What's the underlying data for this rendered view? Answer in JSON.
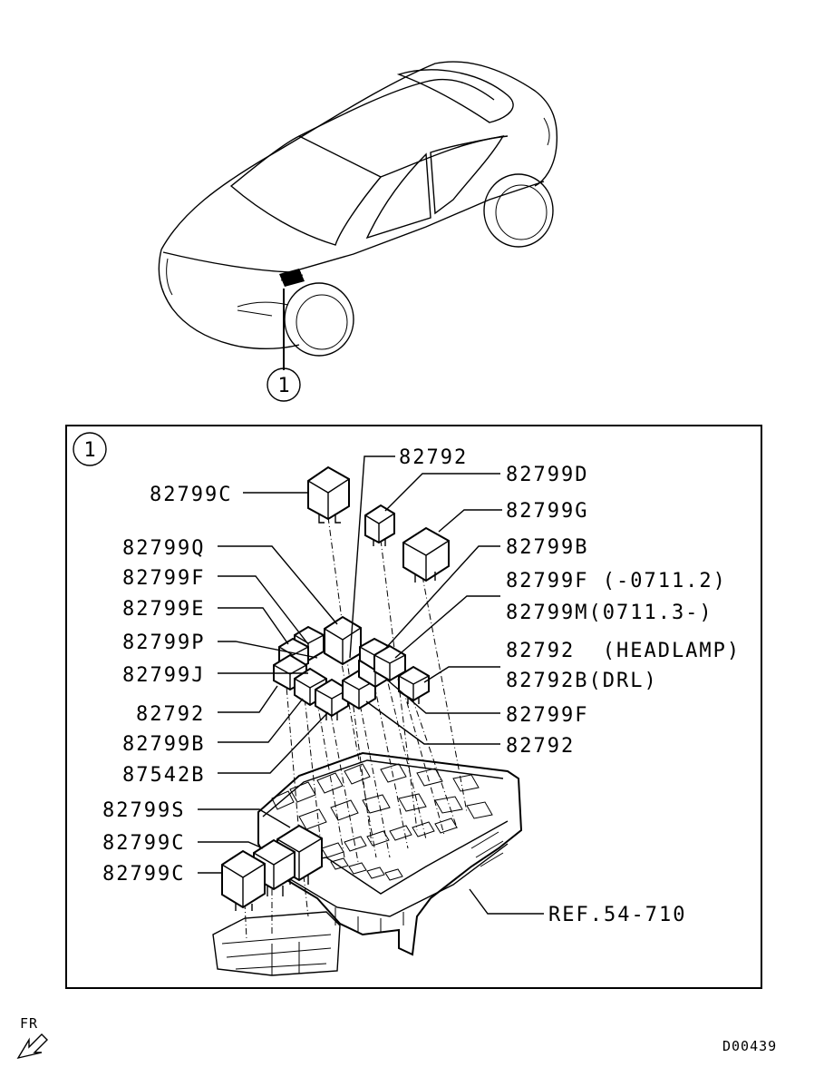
{
  "callout_top": "1",
  "callout_box": "1",
  "parts": {
    "p82799C_top": "82799C",
    "p82792_top": "82792",
    "p82799D": "82799D",
    "p82799G": "82799G",
    "p82799Q": "82799Q",
    "p82799B_right": "82799B",
    "p82799F_left": "82799F",
    "p82799F_range": "82799F (-0711.2)",
    "p82799E": "82799E",
    "p82799M_range": "82799M(0711.3-)",
    "p82799P": "82799P",
    "p82792_headlamp": "82792  (HEADLAMP)",
    "p82799J": "82799J",
    "p82792B_drl": "82792B(DRL)",
    "p82792_left": "82792",
    "p82799F_right": "82799F",
    "p82799B_left": "82799B",
    "p82792_right": "82792",
    "p87542B": "87542B",
    "p82799S": "82799S",
    "p82799C_a": "82799C",
    "p82799C_b": "82799C",
    "ref": "REF.54-710"
  },
  "fr_label": "FR",
  "diagram_code": "D00439"
}
